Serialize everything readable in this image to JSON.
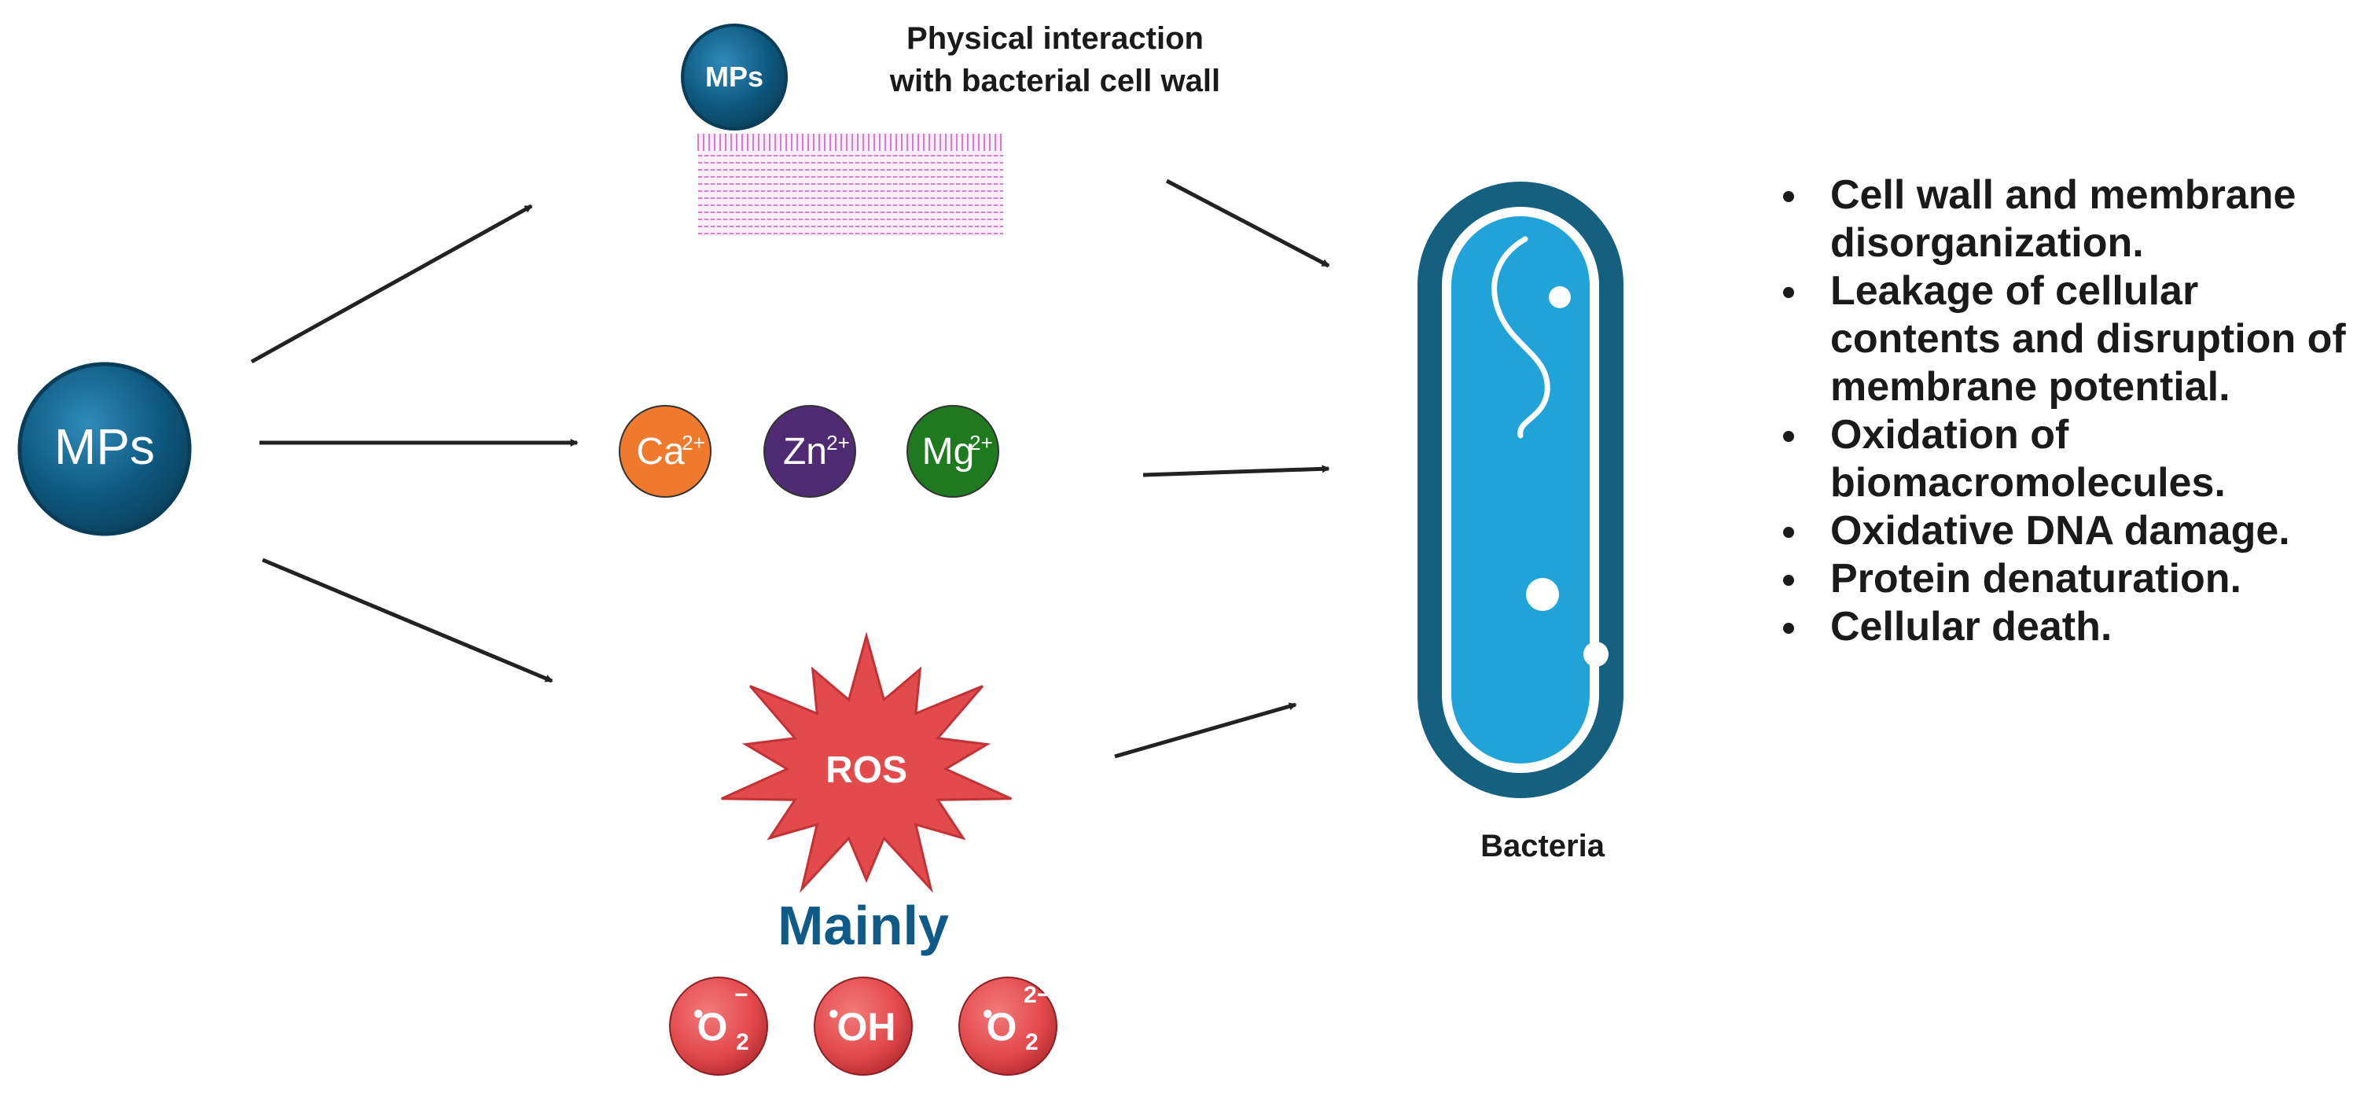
{
  "labels": {
    "mps_main": "MPs",
    "mps_small": "MPs",
    "physical_line1": "Physical  interaction",
    "physical_line2": "with bacterial cell wall",
    "ros": "ROS",
    "mainly": "Mainly",
    "bacteria": "Bacteria"
  },
  "ions": [
    {
      "symbol": "Ca",
      "charge": "2+",
      "color": "#ef7a2e"
    },
    {
      "symbol": "Zn",
      "charge": "2+",
      "color": "#4e2b72"
    },
    {
      "symbol": "Mg",
      "charge": "2+",
      "color": "#1f7a1f"
    }
  ],
  "radicals": [
    {
      "dot": "•",
      "base": "O",
      "sub": "2",
      "sup": "−"
    },
    {
      "dot": "•",
      "base": "OH",
      "sub": "",
      "sup": ""
    },
    {
      "dot": "•",
      "base": "O",
      "sub": "2",
      "sup": "2−"
    }
  ],
  "effects": [
    "Cell wall and membrane disorganization.",
    "Leakage of cellular contents and disruption of membrane potential.",
    "Oxidation of biomacromolecules.",
    "Oxidative DNA damage.",
    "Protein denaturation.",
    "Cellular death."
  ],
  "colors": {
    "mps_ball": "#0f5a82",
    "ros_red": "#e34a4c",
    "mainly_text": "#0f5a86",
    "bacteria_outer": "#15607e",
    "bacteria_inner": "#1fa3d9",
    "cell_wall": "#d77ad1",
    "arrow": "#222222"
  }
}
